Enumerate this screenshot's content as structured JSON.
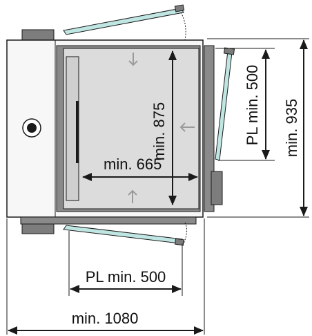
{
  "diagram": {
    "labels": {
      "depth_min": "min. 875",
      "width_min": "min. 665",
      "pl_right": "PL min. 500",
      "overall_depth": "min. 935",
      "pl_bottom": "PL min. 500",
      "overall_width": "min. 1080"
    },
    "colors": {
      "line": "#1a1a1a",
      "cabinet_fill": "#f7f7f7",
      "chamber_fill": "#dcdcdc",
      "frame_fill": "#8a8a8a",
      "rail_fill": "#7d7d7d",
      "glass_fill": "#bfe6e2",
      "hint_arrow": "#9a9a9a"
    },
    "icons": [
      "knob-icon",
      "inward-arrow-icon"
    ]
  }
}
